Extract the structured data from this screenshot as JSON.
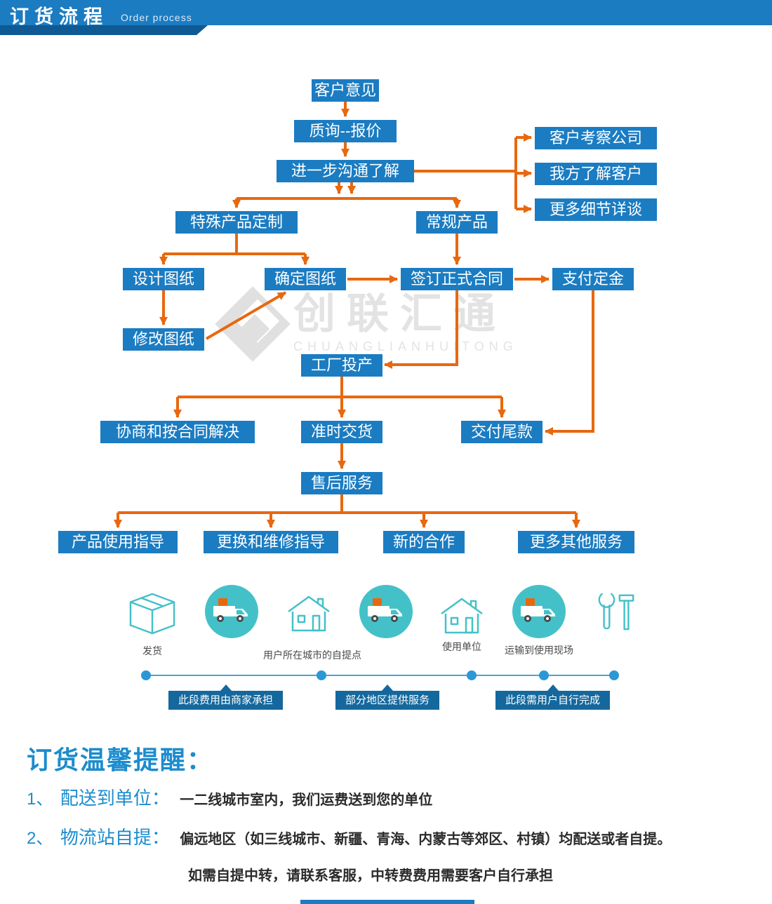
{
  "colors": {
    "primary_blue": "#1b7cc2",
    "header_accent": "#0f5a94",
    "arrow_orange": "#e8680f",
    "teal": "#44c1c8",
    "tag_blue": "#15689d",
    "notice_blue": "#1c8ccd"
  },
  "header": {
    "title_cn": "订货流程",
    "title_en": "Order process"
  },
  "watermark": {
    "cn": "创联汇通",
    "en": "CHUANGLIANHUITONG"
  },
  "flow": {
    "nodes": [
      {
        "label": "客户意见"
      },
      {
        "label": "质询--报价"
      },
      {
        "label": "进一步沟通了解"
      },
      {
        "label": "客户考察公司"
      },
      {
        "label": "我方了解客户"
      },
      {
        "label": "更多细节详谈"
      },
      {
        "label": "特殊产品定制"
      },
      {
        "label": "常规产品"
      },
      {
        "label": "设计图纸"
      },
      {
        "label": "确定图纸"
      },
      {
        "label": "签订正式合同"
      },
      {
        "label": "支付定金"
      },
      {
        "label": "修改图纸"
      },
      {
        "label": "工厂投产"
      },
      {
        "label": "协商和按合同解决"
      },
      {
        "label": "准时交货"
      },
      {
        "label": "交付尾款"
      },
      {
        "label": "售后服务"
      },
      {
        "label": "产品使用指导"
      },
      {
        "label": "更换和维修指导"
      },
      {
        "label": "新的合作"
      },
      {
        "label": "更多其他服务"
      }
    ]
  },
  "logistics": {
    "ship_label": "发货",
    "pickup_label": "用户所在城市的自提点",
    "unit_label": "使用单位",
    "transport_label": "运输到使用现场",
    "tags": [
      {
        "label": "此段费用由商家承担"
      },
      {
        "label": "部分地区提供服务"
      },
      {
        "label": "此段需用户自行完成"
      }
    ]
  },
  "notice": {
    "title": "订货温馨提醒：",
    "items": [
      {
        "num": "1、",
        "label": "配送到单位：",
        "text": "一二线城市室内，我们运费送到您的单位"
      },
      {
        "num": "2、",
        "label": "物流站自提：",
        "text": "偏远地区（如三线城市、新疆、青海、内蒙古等郊区、村镇）均配送或者自提。"
      }
    ],
    "extra": "如需自提中转，请联系客服，中转费费用需要客户自行承担"
  }
}
